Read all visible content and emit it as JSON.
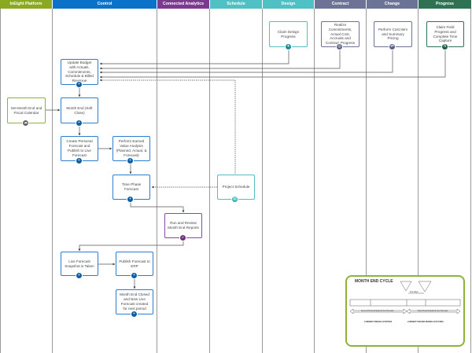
{
  "lanes": [
    {
      "label": "InEight Platform",
      "color": "#8aa820"
    },
    {
      "label": "Control",
      "color": "#0a72c8"
    },
    {
      "label": "Connected Analytics",
      "color": "#7b3a8e"
    },
    {
      "label": "Schedule",
      "color": "#4fc1c4"
    },
    {
      "label": "Design",
      "color": "#4fc1c4"
    },
    {
      "label": "Contract",
      "color": "#6c7396"
    },
    {
      "label": "Change",
      "color": "#6c7396"
    },
    {
      "label": "Progress",
      "color": "#2e7253"
    }
  ],
  "nodes": {
    "claim_design": "Claim Design Progress",
    "realize": "Realize Commitments, Actual Cost, Accruals and Contract Progress",
    "cost_item": "Perform Cost Item and Summary Pricing",
    "claim_field": "Claim Field Progress and Complete Time Capture",
    "update_budget": "Update Budget with Actuals, Commitments, Schedule & Billed Revenue",
    "set_month_end": "Set-Month End and Fiscal Calendar",
    "month_end": "Month End (Soft Close)",
    "create_forecast": "Create Personal Forecast and Publish to Live Forecast",
    "earned_value": "Perform Earned Value Analysis (Planned, Actual, & Forecast)",
    "time_phase": "Time Phase Forecast",
    "project_schedule": "Project Schedule",
    "run_review": "Run and Review Month End Reports",
    "live_snapshot": "Live Forecast Snapshot is Taken",
    "publish_erp": "Publish Forecast to ERP",
    "month_closed": "Month End Closed and New Live Forecast created for next period"
  },
  "inset": {
    "title": "MONTH END CYCLE",
    "current_bar": "Current Period Actuals & Live Forecast",
    "next_bar": "Next Period Actuals & Live Forecast",
    "five_days": "Five Days",
    "current_heading": "CURRENT PERIOD ACTIVITIES",
    "frozen_heading": "CURRENT FROZEN PERIOD ACTIVITIES"
  }
}
